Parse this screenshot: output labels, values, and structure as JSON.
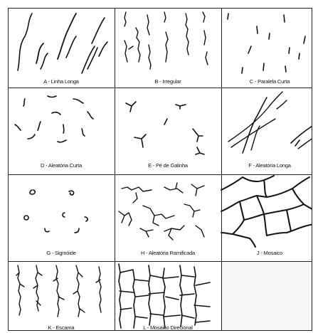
{
  "figure": {
    "cells": [
      {
        "id": "A",
        "label": "A - Linha Longa"
      },
      {
        "id": "B",
        "label": "B - Irregular"
      },
      {
        "id": "C",
        "label": "C - Paralela Curta"
      },
      {
        "id": "D",
        "label": "D - Aleatória Curta"
      },
      {
        "id": "E",
        "label": "E - Pé de Galinha"
      },
      {
        "id": "F",
        "label": "F - Aleatória Longa"
      },
      {
        "id": "G",
        "label": "G - Sigmóide"
      },
      {
        "id": "H",
        "label": "H - Aleatória Ramificada"
      },
      {
        "id": "J",
        "label": "J - Mosaico"
      },
      {
        "id": "K",
        "label": "K - Escama"
      },
      {
        "id": "L",
        "label": "L - Mosaico Direcional"
      }
    ]
  }
}
